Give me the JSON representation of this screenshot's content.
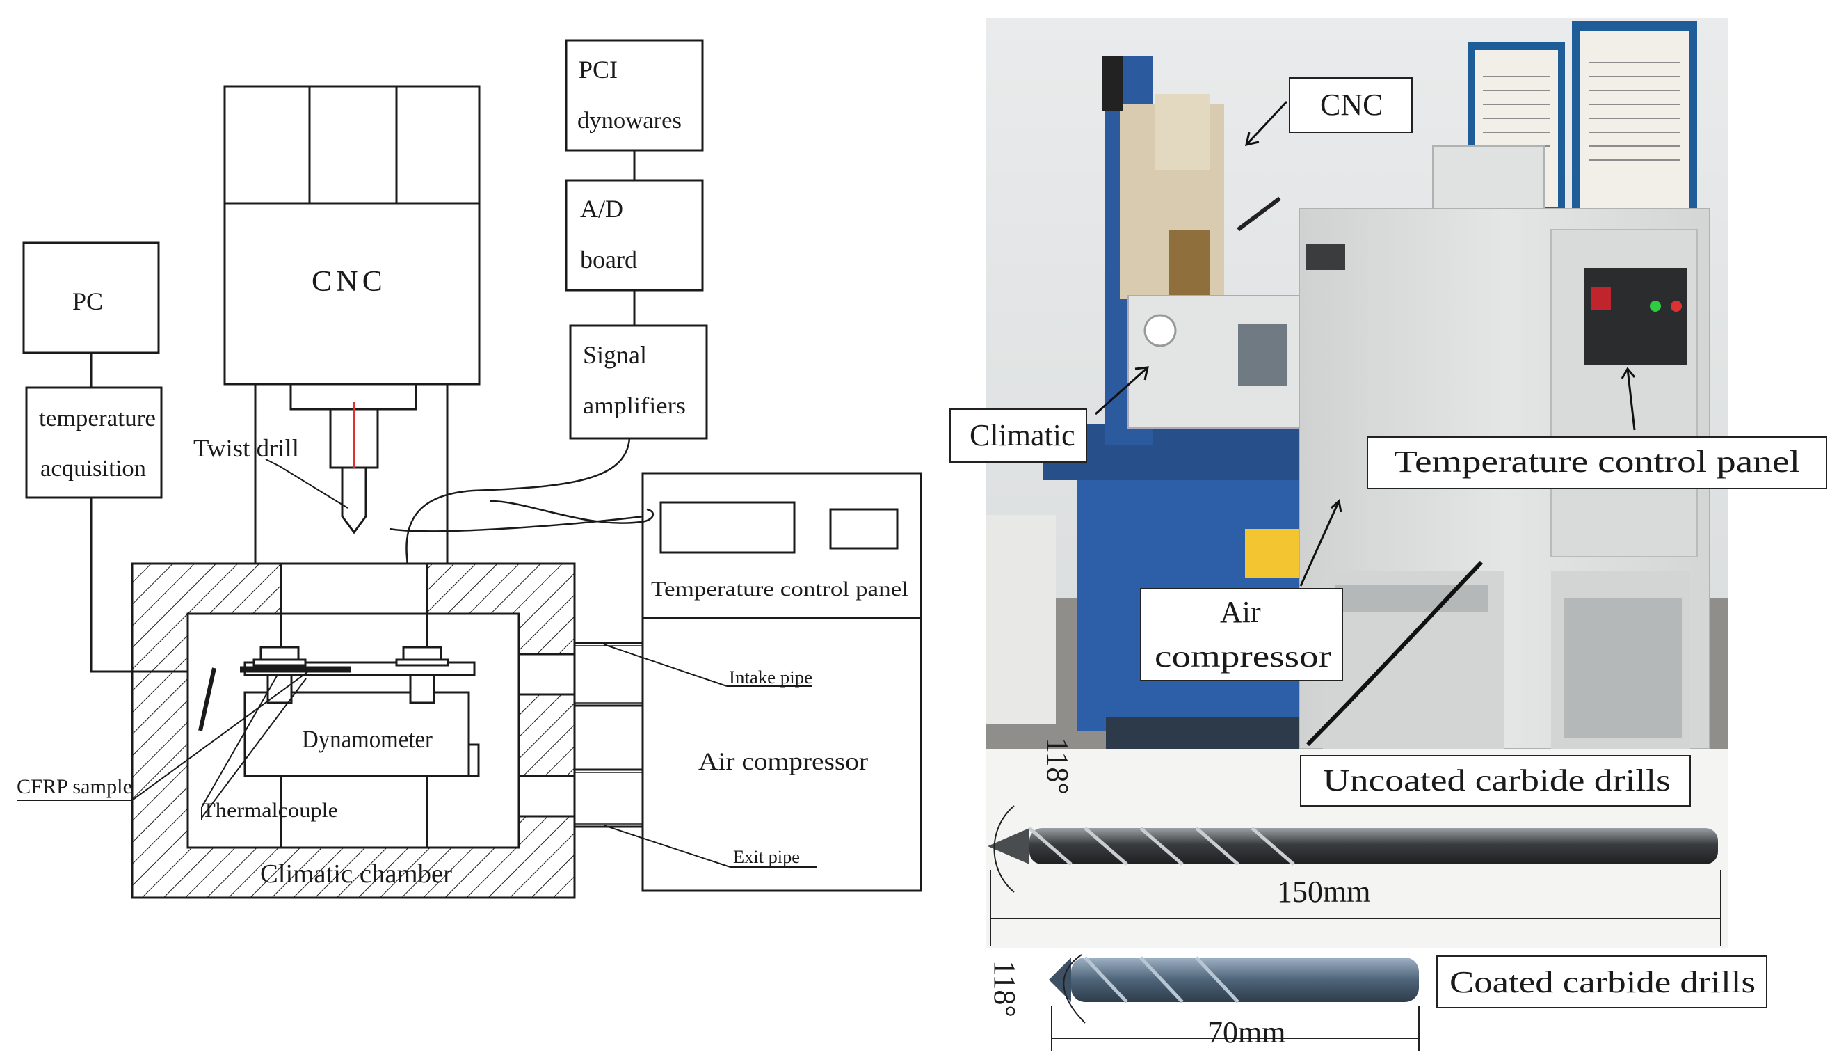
{
  "schematic": {
    "cnc_label": "CNC",
    "pc_label": "PC",
    "temperature_acquisition_line1": "temperature",
    "temperature_acquisition_line2": "acquisition",
    "pci_line1": "PCI",
    "pci_line2": "dynowares",
    "ad_line1": "A/D",
    "ad_line2": "board",
    "signal_line1": "Signal",
    "signal_line2": "amplifiers",
    "twist_drill_label": "Twist drill",
    "temp_panel_label": "Temperature control panel",
    "intake_pipe_label": "Intake pipe",
    "exit_pipe_label": "Exit pipe",
    "air_compressor_label": "Air compressor",
    "dynamometer_label": "Dynamometer",
    "cfrp_label": "CFRP sample",
    "thermocouple_label": "Thermalcouple",
    "chamber_label": "Climatic chamber"
  },
  "photo": {
    "cnc_callout": "CNC",
    "climatic_callout": "Climatic",
    "temp_panel_callout": "Temperature control panel",
    "air_callout_line1": "Air",
    "air_callout_line2": "compressor",
    "uncoated_label": "Uncoated carbide drills",
    "coated_label": "Coated carbide drills",
    "angle_top": "118°",
    "angle_bottom": "118°",
    "length_long": "150mm",
    "length_short": "70mm"
  },
  "colors": {
    "line": "#1a1a1a",
    "drill_centerline": "#e03030",
    "machine_blue": "#2c5fa8",
    "cabinet_gray": "#dcdedd"
  }
}
